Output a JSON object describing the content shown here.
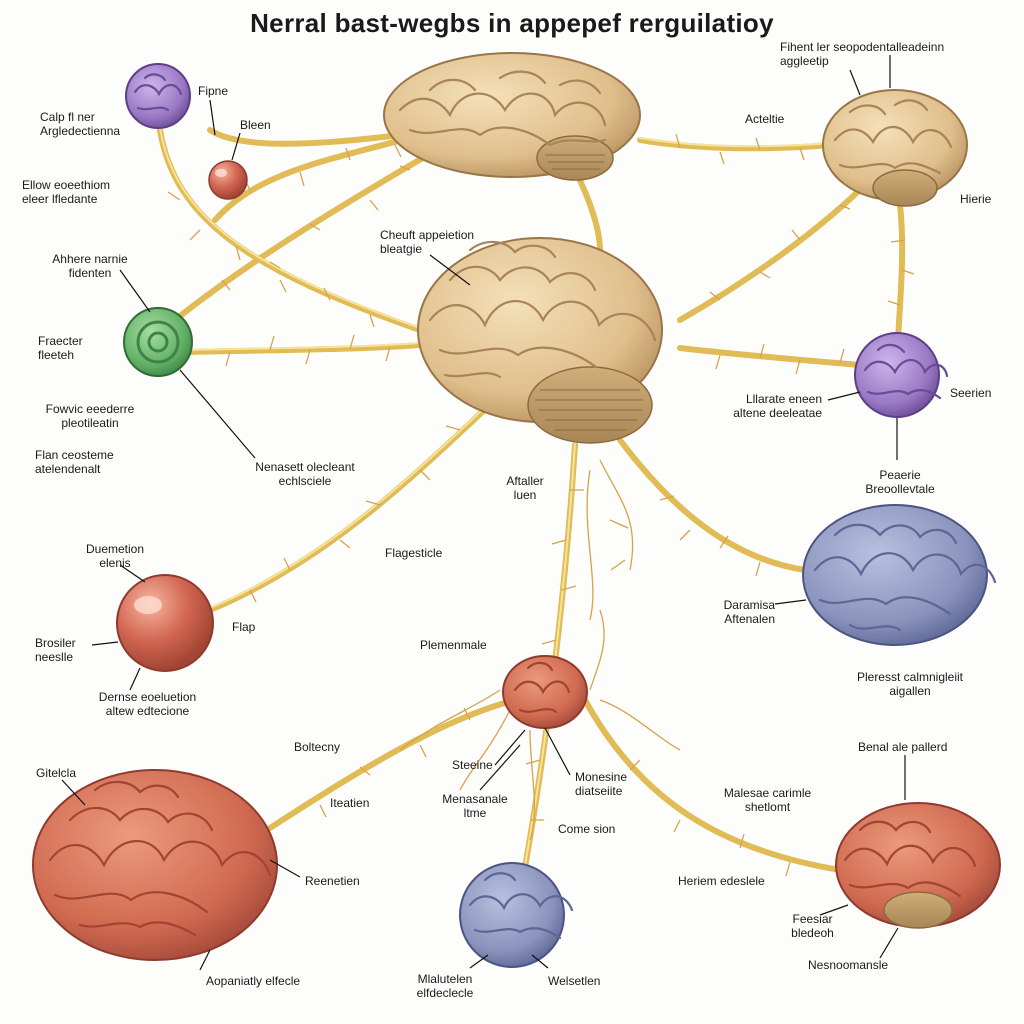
{
  "title": "Nerral bast-wegbs in appepef rerguilatioy",
  "palette": {
    "nerve": "#e1bb55",
    "brain_tan": "#dfbf8c",
    "brain_red": "#cf6a50",
    "brain_blue": "#8a94bc",
    "node_purple": "#9a78c4",
    "node_green": "#62b065",
    "node_red": "#c85e4a",
    "background": "#fdfdfb"
  },
  "labels": {
    "top_right_note": "Fihent ler seopodentalleadeinn\naggleetip",
    "fipne": "Fipne",
    "bleen": "Bleen",
    "calp": "Calp fl ner\nArgledectienna",
    "ellow": "Ellow eoeethiom\neleer lfledante",
    "acteltie": "Acteltie",
    "hierie": "Hierie",
    "abhere": "Ahhere narnie\nfidenten",
    "fraecter": "Fraecter\nfleeteh",
    "center_upper": "Cheuft appeietion\nbleatgie",
    "foowic": "Fowvic eeederre\npleotileatin",
    "flan": "Flan ceosteme\natelendenalt",
    "nenaset": "Nenasett olecleant\nechlsciele",
    "lllarate": "Lllarate eneen\naltene deeleatae",
    "seerien": "Seerien",
    "peaerie": "Peaerie\nBreoollevtale",
    "aftaller": "Aftaller\nluen",
    "duemetion": "Duemetion\nelenis",
    "flagesticle": "Flagesticle",
    "daramisa": "Daramisa\nAftenalen",
    "brosiler": "Brosiler\nneeslle",
    "flap": "Flap",
    "plemenmale": "Plemenmale",
    "dernse": "Dernse eoeluetion\naltew edtecione",
    "pleresst": "Pleresst calmnigleiit\naigallen",
    "benal": "Benal ale pallerd",
    "boltecny": "Boltecny",
    "steeine": "Steeine",
    "monesine": "Monesine\ndiatseiite",
    "gitelcla": "Gitelcla",
    "iteatien": "Iteatien",
    "menasanale": "Menasanale\nltme",
    "malesae": "Malesae carimle\nshetlomt",
    "come": "Come sion",
    "reenetien": "Reenetien",
    "heriem": "Heriem edeslele",
    "feesior": "Feesiar\nbledeoh",
    "aopaniatly": "Aopaniatly elfecle",
    "nesnoomansle": "Nesnoomansle",
    "mlalutelen": "Mlalutelen\nelfdeclecle",
    "welsetlen": "Welsetlen"
  }
}
